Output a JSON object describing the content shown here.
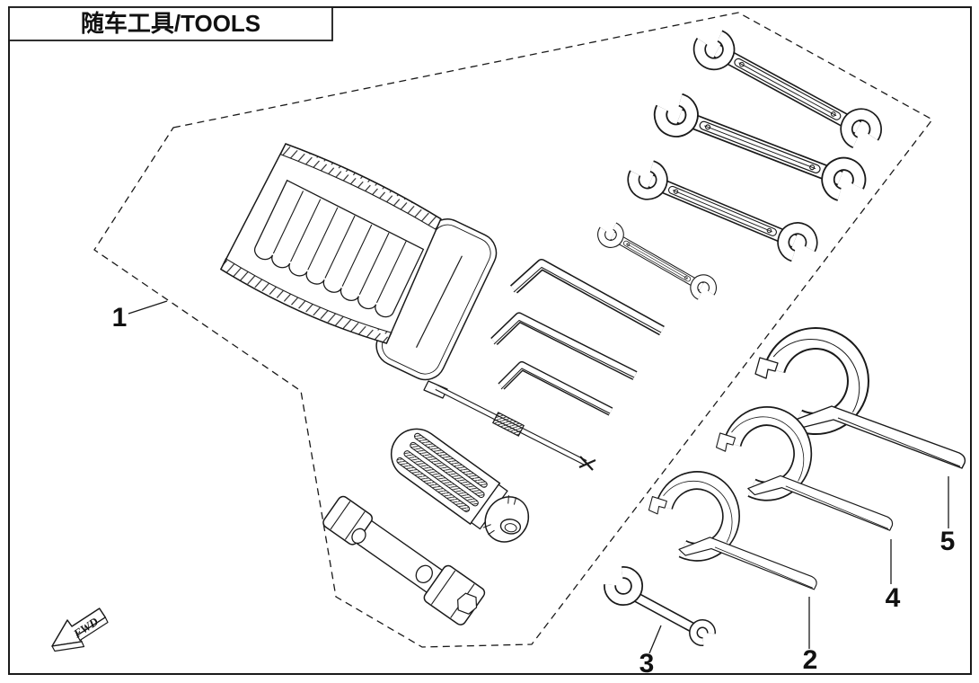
{
  "page": {
    "background": "#ffffff",
    "line_color": "#1a1a1a"
  },
  "title_block": {
    "title": "随车工具/TOOLS"
  },
  "direction_indicator": {
    "label": "FWD"
  },
  "callouts": [
    {
      "number": "1"
    },
    {
      "number": "2"
    },
    {
      "number": "3"
    },
    {
      "number": "4"
    },
    {
      "number": "5"
    }
  ]
}
